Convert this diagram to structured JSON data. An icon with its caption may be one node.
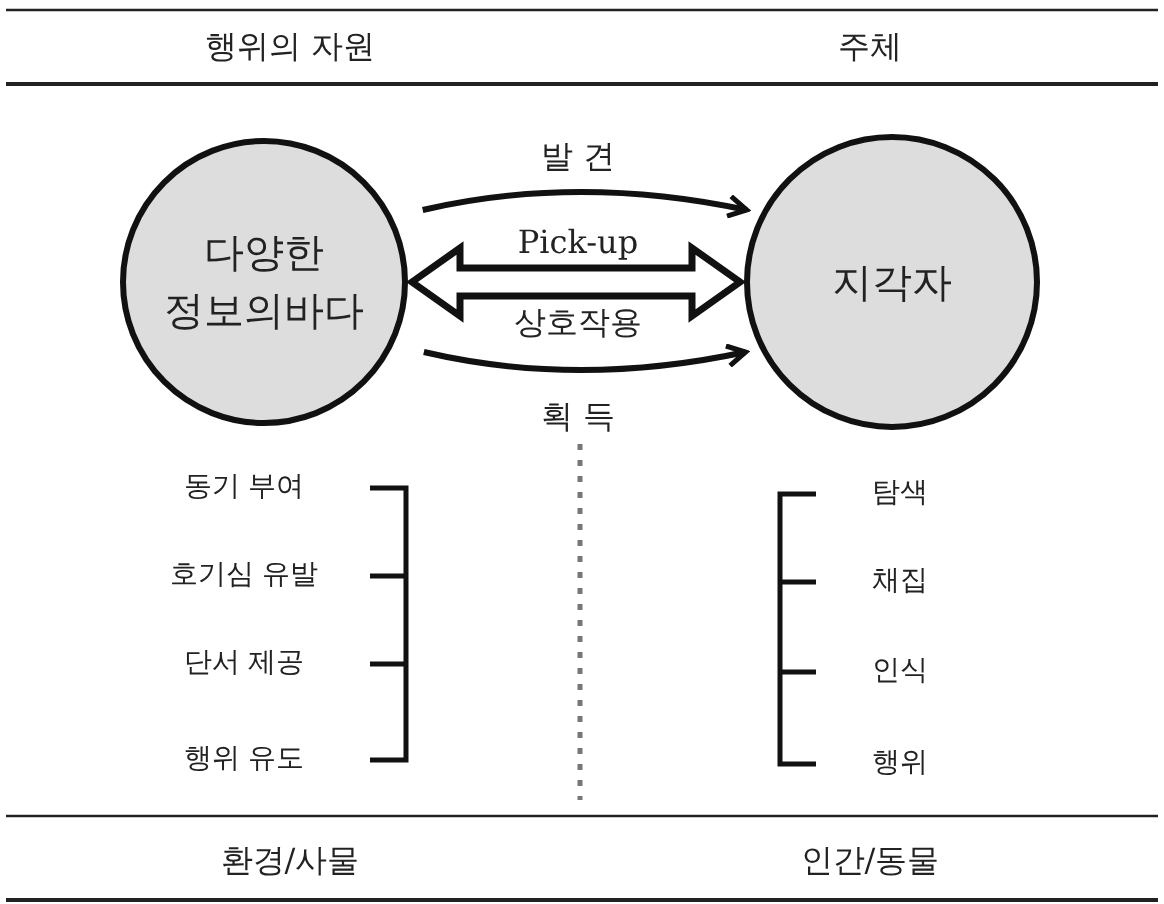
{
  "diagram": {
    "nodes": [
      {
        "text": [
          "다양한 정보의바다"
        ]
      },
      {
        "text": [
          "지각자"
        ]
      }
    ],
    "edges": [
      {
        "from": 0,
        "to": 1,
        "arrow": "to",
        "label": "발 견"
      },
      {
        "from": 0,
        "to": 1,
        "arrow": "both",
        "label": "Pick-up",
        "style": "thick"
      },
      {
        "from": 0,
        "to": 1,
        "arrow": "to",
        "label": "획 득"
      }
    ],
    "labels": [
      "행위의 자원",
      "주체",
      "상호작용",
      "동기 부여",
      "호기심 유발",
      "단서 제공",
      "행위 유도",
      "탐색",
      "채집",
      "인식",
      "행위",
      "환경/사물",
      "인간/동물"
    ]
  }
}
